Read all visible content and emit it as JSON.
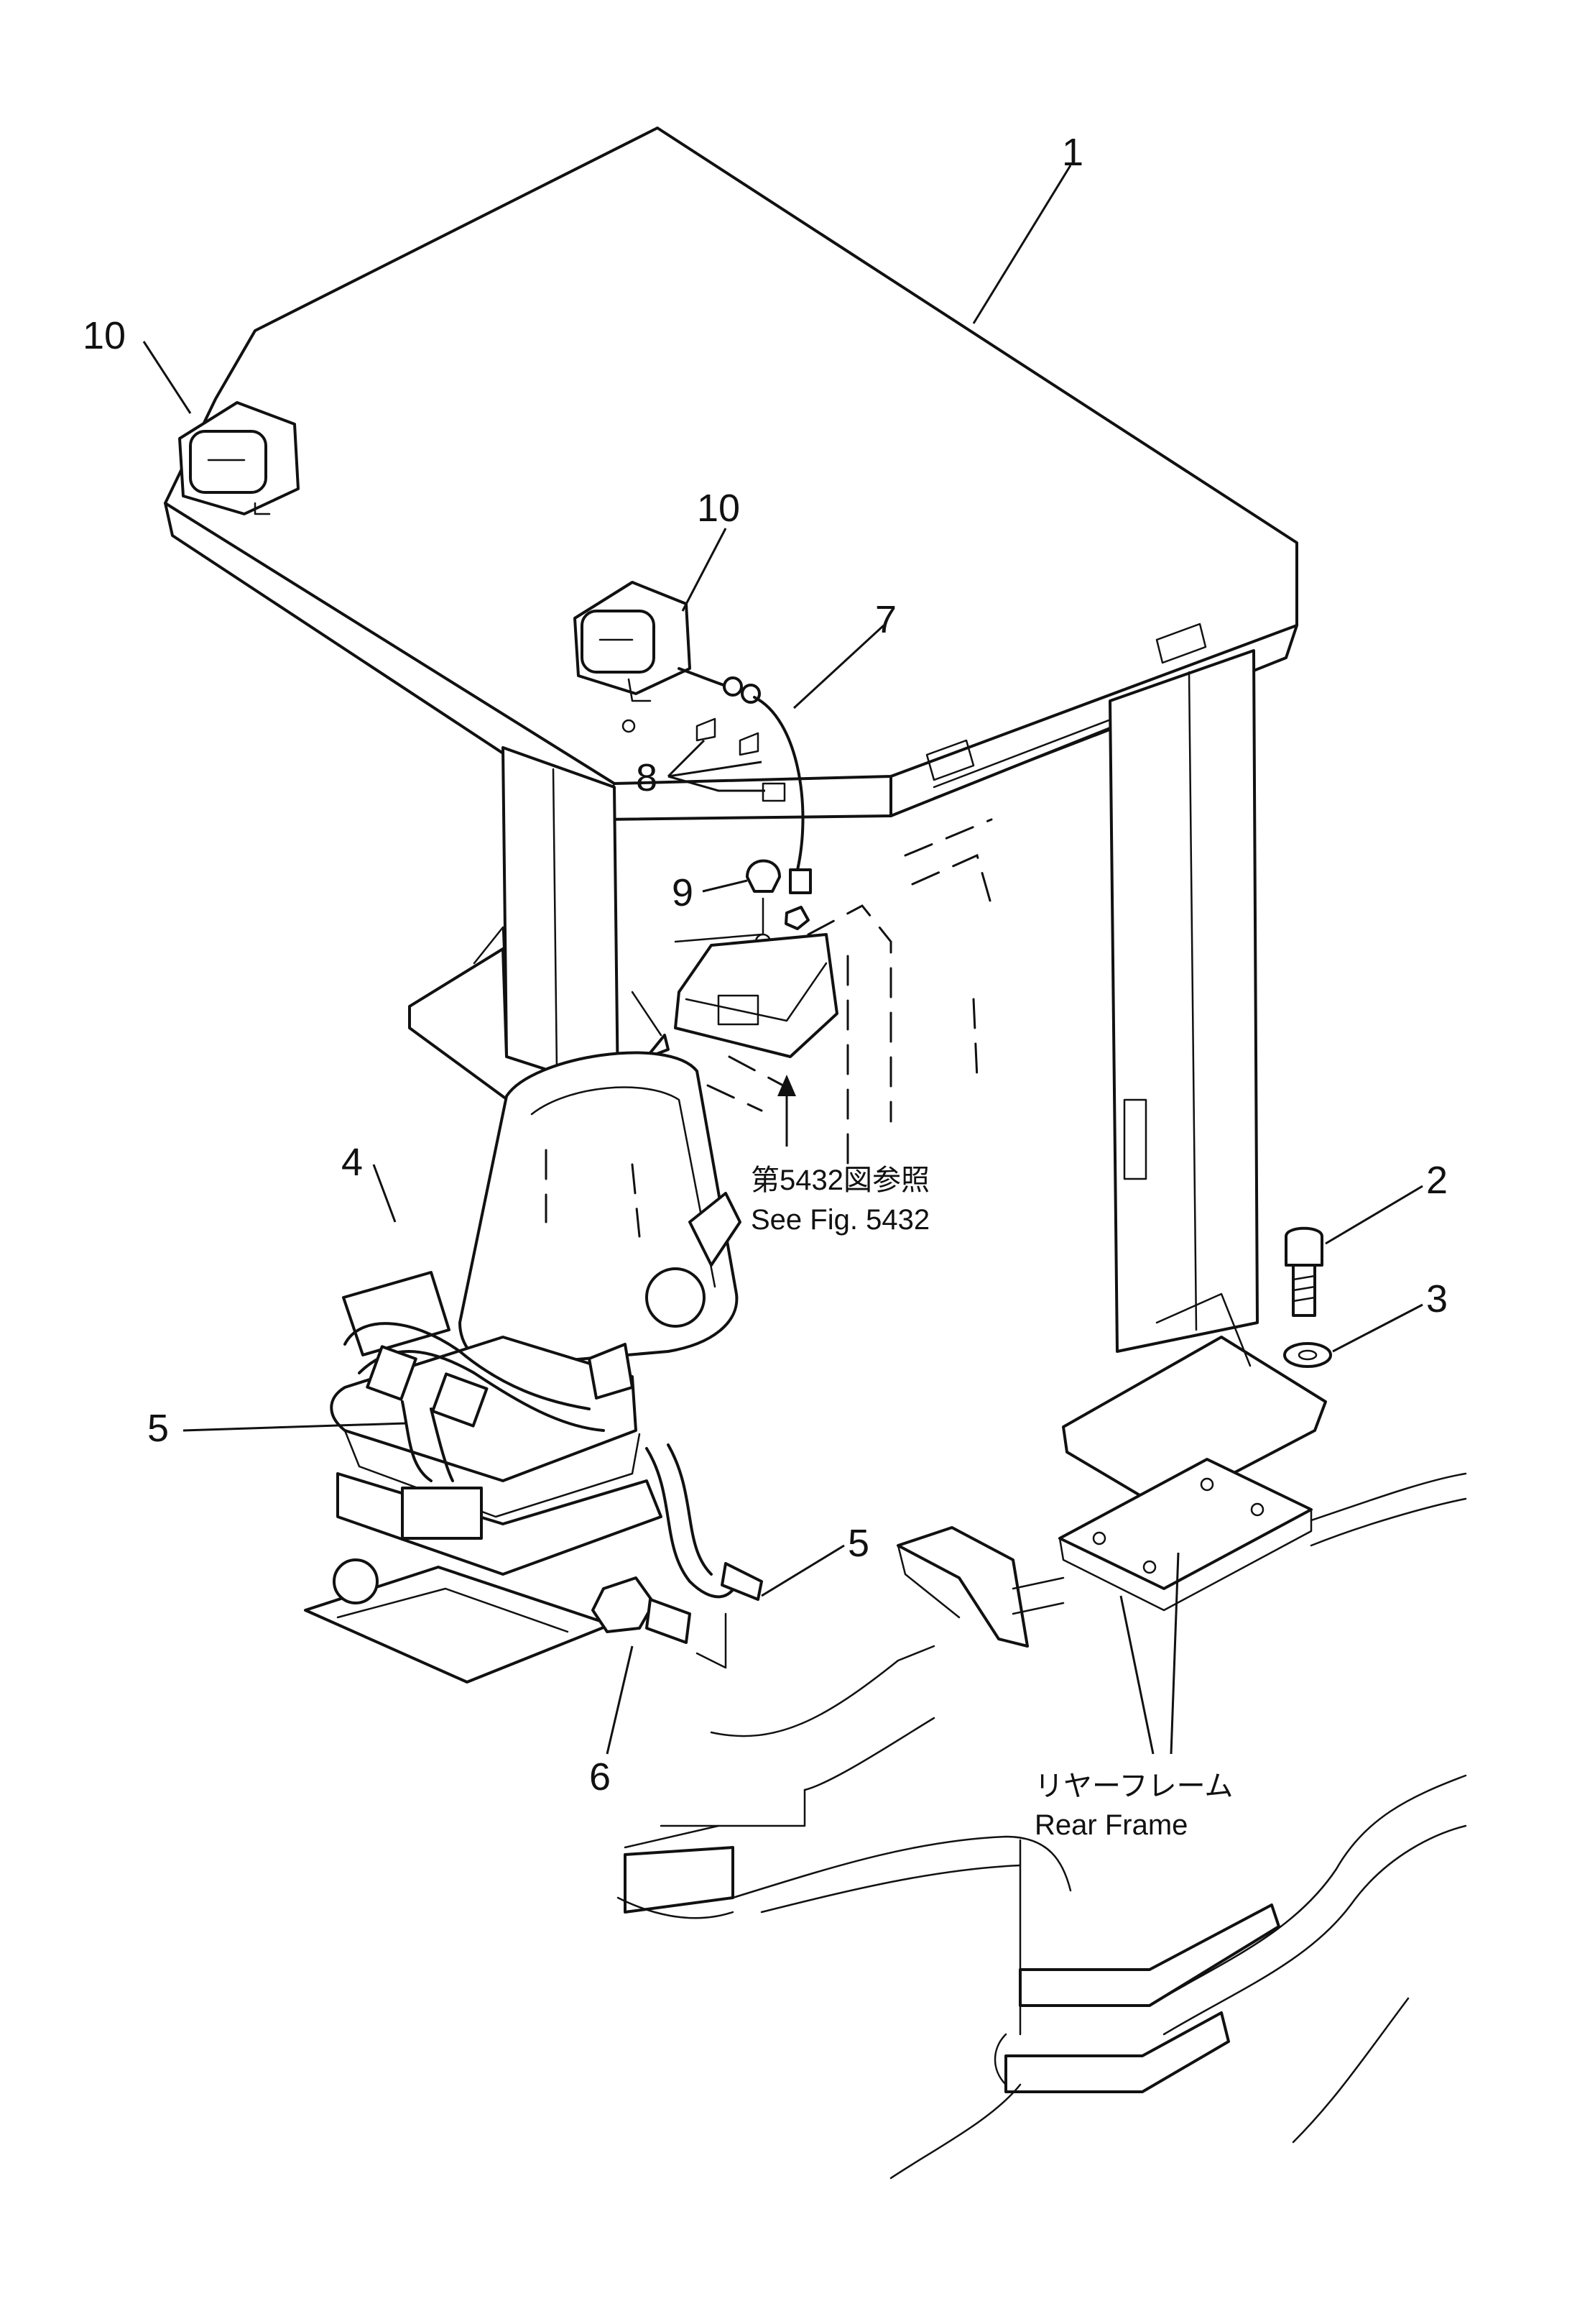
{
  "callouts": {
    "c1": "1",
    "c2": "2",
    "c3": "3",
    "c4": "4",
    "c5a": "5",
    "c5b": "5",
    "c6": "6",
    "c7": "7",
    "c8": "8",
    "c9": "9",
    "c10a": "10",
    "c10b": "10"
  },
  "references": {
    "fig_ref_jp": "第5432図参照",
    "fig_ref_en": "See Fig. 5432",
    "rear_frame_jp": "リヤーフレーム",
    "rear_frame_en": "Rear Frame"
  }
}
